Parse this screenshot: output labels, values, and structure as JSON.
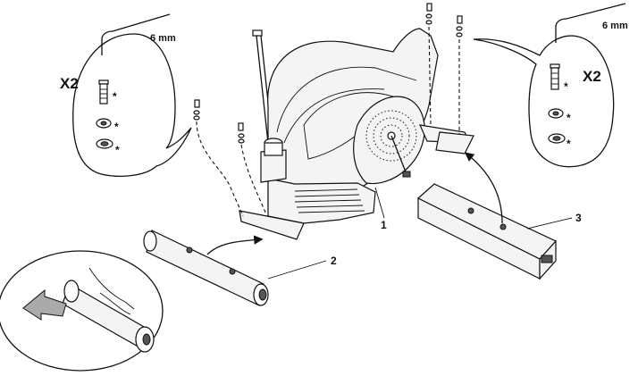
{
  "hardware_left": {
    "tool_size": "6 mm",
    "quantity": "X2",
    "marks": [
      "*",
      "*",
      "*"
    ]
  },
  "hardware_right": {
    "tool_size": "6 mm",
    "quantity": "X2",
    "marks": [
      "*",
      "*",
      "*"
    ]
  },
  "callouts": {
    "main_frame": "1",
    "front_stabilizer": "2",
    "rear_stabilizer": "3"
  }
}
